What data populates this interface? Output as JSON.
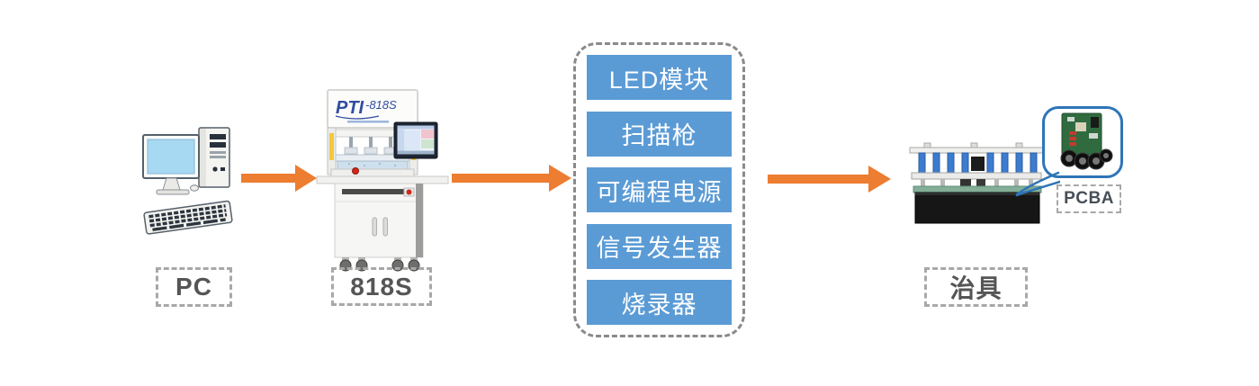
{
  "flow": {
    "pc": {
      "label": "PC"
    },
    "tester": {
      "label": "818S",
      "logo_brand": "PTI",
      "logo_model": "-818S"
    },
    "modules": {
      "items": [
        "LED模块",
        "扫描枪",
        "可编程电源",
        "信号发生器",
        "烧录器"
      ]
    },
    "fixture": {
      "label": "治具",
      "pcba_label": "PCBA"
    }
  },
  "colors": {
    "arrow": "#ED7D31",
    "module_fill": "#5B9BD5",
    "module_text": "#FFFFFF",
    "dashed_border": "#A8A8A8",
    "label_text": "#555555",
    "callout_border": "#2E75B6",
    "logo_blue": "#2F4DA0"
  }
}
